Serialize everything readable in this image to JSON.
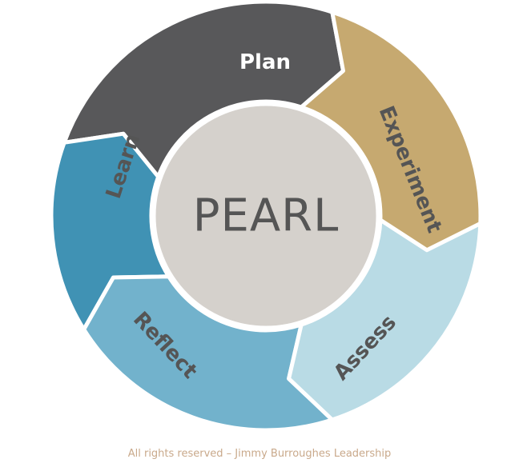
{
  "center": {
    "label": "PEARL",
    "fill": "#d5d1cc",
    "text_color": "#555555"
  },
  "segments": [
    {
      "key": "plan",
      "label": "Plan",
      "fill": "#58585a",
      "text_color": "#ffffff"
    },
    {
      "key": "experiment",
      "label": "Experiment",
      "fill": "#c6a970",
      "text_color": "#555555"
    },
    {
      "key": "assess",
      "label": "Assess",
      "fill": "#b9dbe5",
      "text_color": "#555555"
    },
    {
      "key": "reflect",
      "label": "Reflect",
      "fill": "#72b2cc",
      "text_color": "#555555"
    },
    {
      "key": "learn",
      "label": "Learn",
      "fill": "#4092b4",
      "text_color": "#555555"
    }
  ],
  "footer": {
    "text": "All rights reserved – Jimmy Burroughes Leadership"
  }
}
